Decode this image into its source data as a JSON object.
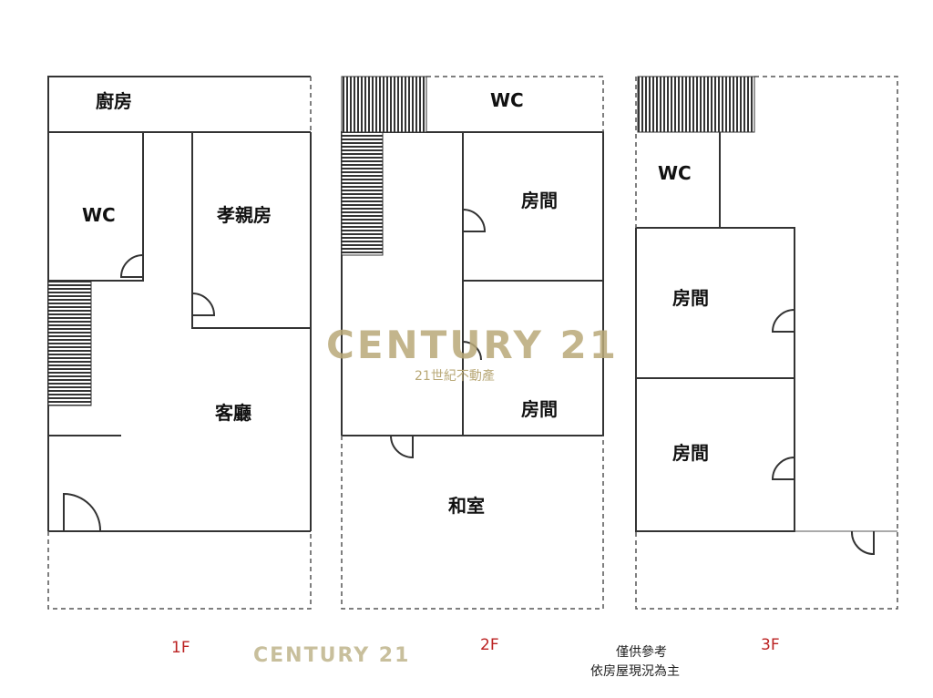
{
  "floors": [
    {
      "label": "1F",
      "rooms": [
        "廚房",
        "WC",
        "孝親房",
        "客廳"
      ]
    },
    {
      "label": "2F",
      "rooms": [
        "WC",
        "房間",
        "房間",
        "和室"
      ]
    },
    {
      "label": "3F",
      "rooms": [
        "WC",
        "房間",
        "房間"
      ]
    }
  ],
  "watermark": {
    "brand": "CENTURY 21",
    "tagline": "21世紀不動產"
  },
  "footer_logo": {
    "brand": "CENTURY 21"
  },
  "note": [
    "僅供參考",
    "依房屋現況為主"
  ],
  "colors": {
    "floor_label": "#bb2222",
    "brand": "#b9a978"
  }
}
